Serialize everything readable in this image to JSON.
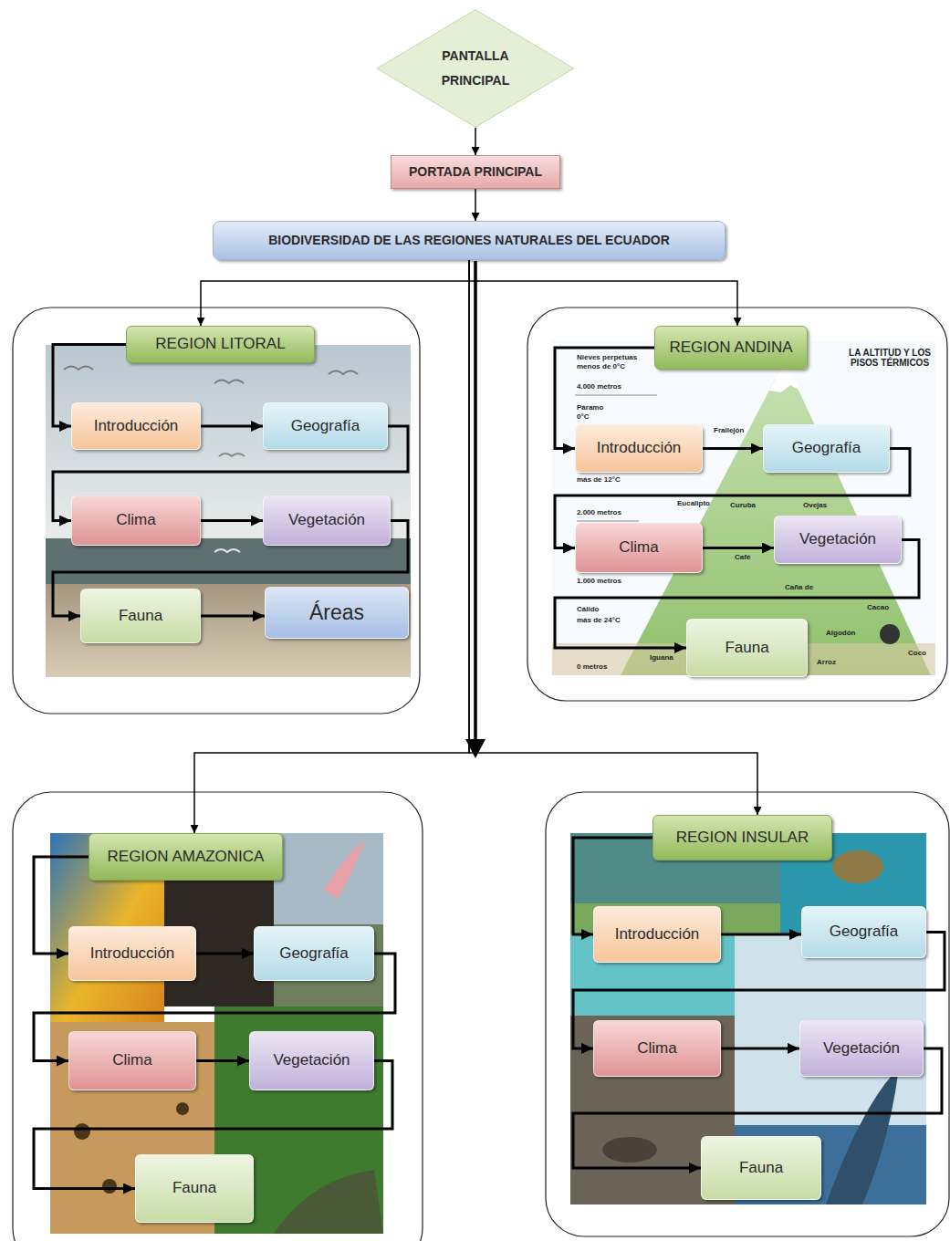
{
  "diagram": {
    "nodes": [
      {
        "text": [
          "PANTALLA PRINCIPAL"
        ]
      },
      {
        "text": [
          "PORTADA PRINCIPAL"
        ]
      },
      {
        "text": [
          "BIODIVERSIDAD DE LAS REGIONES NATURALES DEL ECUADOR"
        ]
      },
      {
        "text": [
          "REGION LITORAL"
        ]
      },
      {
        "text": [
          "Introducción"
        ]
      },
      {
        "text": [
          "Geografía"
        ]
      },
      {
        "text": [
          "Clima"
        ]
      },
      {
        "text": [
          "Vegetación"
        ]
      },
      {
        "text": [
          "Fauna"
        ]
      },
      {
        "text": [
          "Áreas"
        ]
      },
      {
        "text": [
          "REGION ANDINA"
        ]
      },
      {
        "text": [
          "Introducción"
        ]
      },
      {
        "text": [
          "Geografía"
        ]
      },
      {
        "text": [
          "Clima"
        ]
      },
      {
        "text": [
          "Vegetación"
        ]
      },
      {
        "text": [
          "Fauna"
        ]
      },
      {
        "text": [
          "REGION AMAZONICA"
        ]
      },
      {
        "text": [
          "Introducción"
        ]
      },
      {
        "text": [
          "Geografía"
        ]
      },
      {
        "text": [
          "Clima"
        ]
      },
      {
        "text": [
          "Vegetación"
        ]
      },
      {
        "text": [
          "Fauna"
        ]
      },
      {
        "text": [
          "REGION INSULAR"
        ]
      },
      {
        "text": [
          "Introducción"
        ]
      },
      {
        "text": [
          "Geografía"
        ]
      },
      {
        "text": [
          "Clima"
        ]
      },
      {
        "text": [
          "Vegetación"
        ]
      },
      {
        "text": [
          "Fauna"
        ]
      }
    ],
    "edges": [
      {
        "from": 0,
        "to": 1,
        "arrow": "to"
      },
      {
        "from": 1,
        "to": 2,
        "arrow": "to"
      },
      {
        "from": 2,
        "to": 3,
        "arrow": "to"
      },
      {
        "from": 2,
        "to": 10,
        "arrow": "to"
      },
      {
        "from": 2,
        "to": 16,
        "arrow": "to"
      },
      {
        "from": 2,
        "to": 22,
        "arrow": "to"
      },
      {
        "from": 3,
        "to": 4,
        "arrow": "to"
      },
      {
        "from": 4,
        "to": 5,
        "arrow": "to"
      },
      {
        "from": 5,
        "to": 6,
        "arrow": "to"
      },
      {
        "from": 6,
        "to": 7,
        "arrow": "to"
      },
      {
        "from": 7,
        "to": 8,
        "arrow": "to"
      },
      {
        "from": 8,
        "to": 9,
        "arrow": "to"
      },
      {
        "from": 10,
        "to": 11,
        "arrow": "to"
      },
      {
        "from": 11,
        "to": 12,
        "arrow": "to"
      },
      {
        "from": 12,
        "to": 13,
        "arrow": "to"
      },
      {
        "from": 13,
        "to": 14,
        "arrow": "to"
      },
      {
        "from": 14,
        "to": 15,
        "arrow": "to"
      },
      {
        "from": 16,
        "to": 17,
        "arrow": "to"
      },
      {
        "from": 17,
        "to": 18,
        "arrow": "to"
      },
      {
        "from": 18,
        "to": 19,
        "arrow": "to"
      },
      {
        "from": 19,
        "to": 20,
        "arrow": "to"
      },
      {
        "from": 20,
        "to": 21,
        "arrow": "to"
      },
      {
        "from": 22,
        "to": 23,
        "arrow": "to"
      },
      {
        "from": 23,
        "to": 24,
        "arrow": "to"
      },
      {
        "from": 24,
        "to": 25,
        "arrow": "to"
      },
      {
        "from": 25,
        "to": 26,
        "arrow": "to"
      },
      {
        "from": 26,
        "to": 27,
        "arrow": "to"
      }
    ],
    "labels": [
      "LA ALTITUD Y LOS PISOS TÉRMICOS",
      "Nieves perpetuas",
      "menos de 0°C",
      "4.000 metros",
      "Páramo",
      "0°C",
      "Frailejón",
      "más de 12°C",
      "2.000 metros",
      "Eucalipto",
      "Curuba",
      "Ovejas",
      "Café",
      "1.000 metros",
      "Caña de",
      "Cacao",
      "Cálido",
      "más de 24°C",
      "Iguana",
      "Algodón",
      "Arroz",
      "Coco",
      "0 metros"
    ]
  }
}
